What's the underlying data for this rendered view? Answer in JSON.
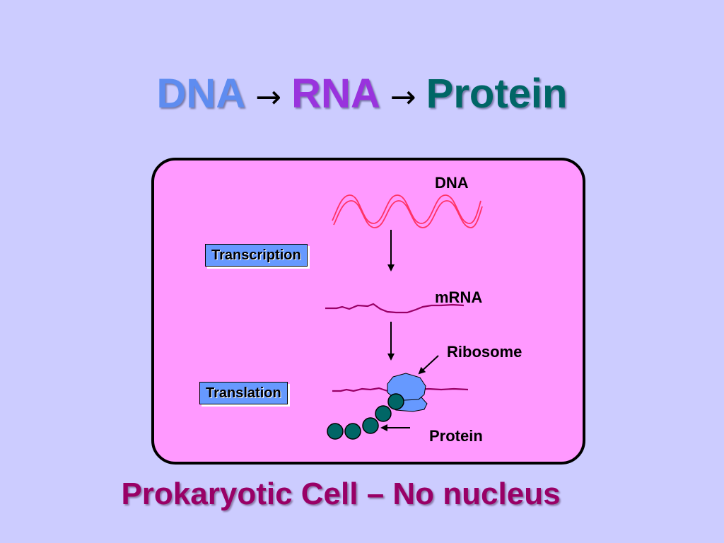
{
  "title": {
    "dna": "DNA",
    "arrow1": "→",
    "rna": "RNA",
    "arrow2": "→",
    "protein": "Protein"
  },
  "diagram": {
    "dna_label": "DNA",
    "mrna_label": "mRNA",
    "ribosome_label": "Ribosome",
    "protein_label": "Protein",
    "transcription_label": "Transcription",
    "translation_label": "Translation"
  },
  "footer": {
    "text": "Prokaryotic Cell – No nucleus"
  },
  "colors": {
    "background": "#ccccff",
    "cell_fill": "#ff99ff",
    "dna_strand": "#ff3366",
    "mrna_strand": "#990066",
    "ribosome": "#6699ff",
    "protein_bead": "#006666"
  }
}
